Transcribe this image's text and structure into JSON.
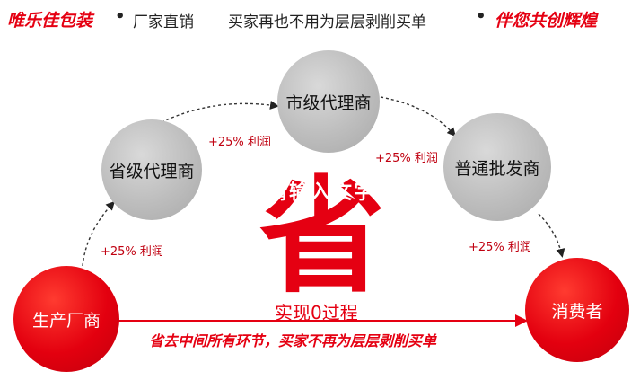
{
  "banner": {
    "brand_left": "唯乐佳包装",
    "sep1": "•",
    "slogan_1": "厂家直销",
    "slogan_2": "买家再也不用为层层剥削买单",
    "sep2": "•",
    "brand_right": "伴您共创辉煌"
  },
  "nodes": {
    "producer": "生产厂商",
    "provincial": "省级代理商",
    "city": "市级代理商",
    "wholesale": "普通批发商",
    "consumer": "消费者"
  },
  "profits": {
    "p1": "+25% 利润",
    "p2": "+25% 利润",
    "p3": "+25% 利润",
    "p4": "+25% 利润"
  },
  "center": {
    "big_char": "省",
    "overlay": "请输入文字",
    "process": "实现0过程",
    "caption": "省去中间所有环节，买家不再为层层剥削买单"
  },
  "colors": {
    "accent_red": "#e50012",
    "node_gray": "#bdbdbd",
    "text_dark": "#222222"
  }
}
